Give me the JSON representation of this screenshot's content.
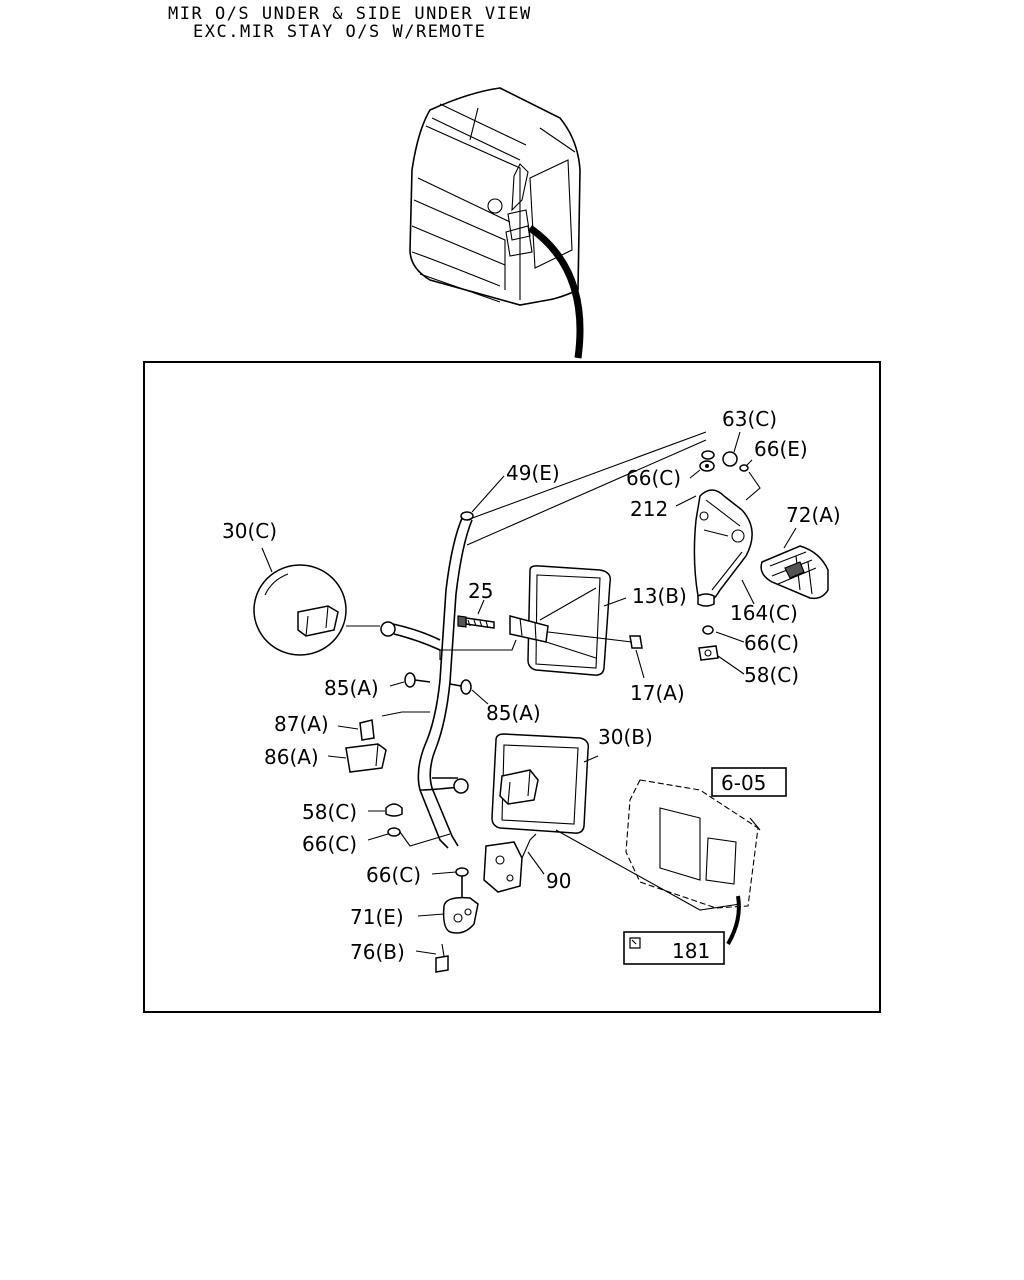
{
  "header": {
    "title_line1": "MIR O/S UNDER & SIDE UNDER VIEW",
    "title_line2": "EXC.MIR STAY O/S W/REMOTE"
  },
  "callouts": {
    "c63C": "63(C)",
    "c66E": "66(E)",
    "c66C_top": "66(C)",
    "c212": "212",
    "c49E": "49(E)",
    "c72A": "72(A)",
    "c30C": "30(C)",
    "c25": "25",
    "c13B": "13(B)",
    "c164C": "164(C)",
    "c66C_mid": "66(C)",
    "c58C_right": "58(C)",
    "c85A_left": "85(A)",
    "c17A": "17(A)",
    "c85A_right": "85(A)",
    "c87A": "87(A)",
    "c30B": "30(B)",
    "c86A": "86(A)",
    "c605": "6-05",
    "c58C_left": "58(C)",
    "c66C_left": "66(C)",
    "c66C_low": "66(C)",
    "c90": "90",
    "c71E": "71(E)",
    "c76B": "76(B)",
    "c181": "181"
  }
}
